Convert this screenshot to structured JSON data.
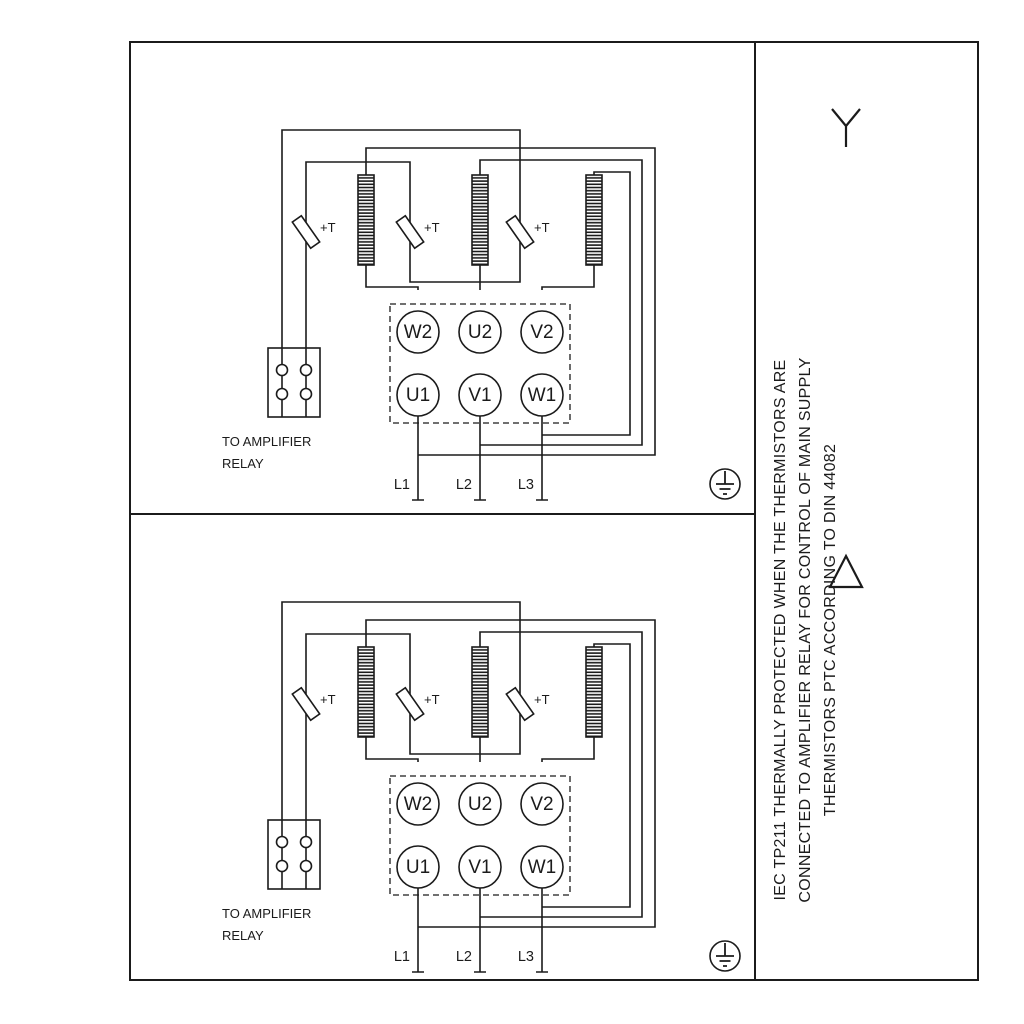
{
  "colors": {
    "line": "#1b1b1b",
    "background": "#ffffff"
  },
  "side_note": {
    "line1": "IEC TP211 THERMALLY PROTECTED WHEN THE THERMISTORS ARE",
    "line2": "CONNECTED TO AMPLIFIER RELAY FOR CONTROL OF MAIN SUPPLY",
    "line3": "THERMISTORS PTC ACCORDING TO DIN 44082"
  },
  "sections": {
    "star": {
      "corner_symbol": "star-icon",
      "terminals_top": [
        "W2",
        "U2",
        "V2"
      ],
      "terminals_bottom": [
        "U1",
        "V1",
        "W1"
      ],
      "thermistor_label": "+T",
      "relay_caption_line1": "TO AMPLIFIER",
      "relay_caption_line2": "RELAY",
      "supply_labels": [
        "L1",
        "L2",
        "L3"
      ],
      "ground_symbol": "earth-ground-icon"
    },
    "delta": {
      "corner_symbol": "delta-icon",
      "terminals_top": [
        "W2",
        "U2",
        "V2"
      ],
      "terminals_bottom": [
        "U1",
        "V1",
        "W1"
      ],
      "thermistor_label": "+T",
      "relay_caption_line1": "TO AMPLIFIER",
      "relay_caption_line2": "RELAY",
      "supply_labels": [
        "L1",
        "L2",
        "L3"
      ],
      "ground_symbol": "earth-ground-icon"
    }
  }
}
